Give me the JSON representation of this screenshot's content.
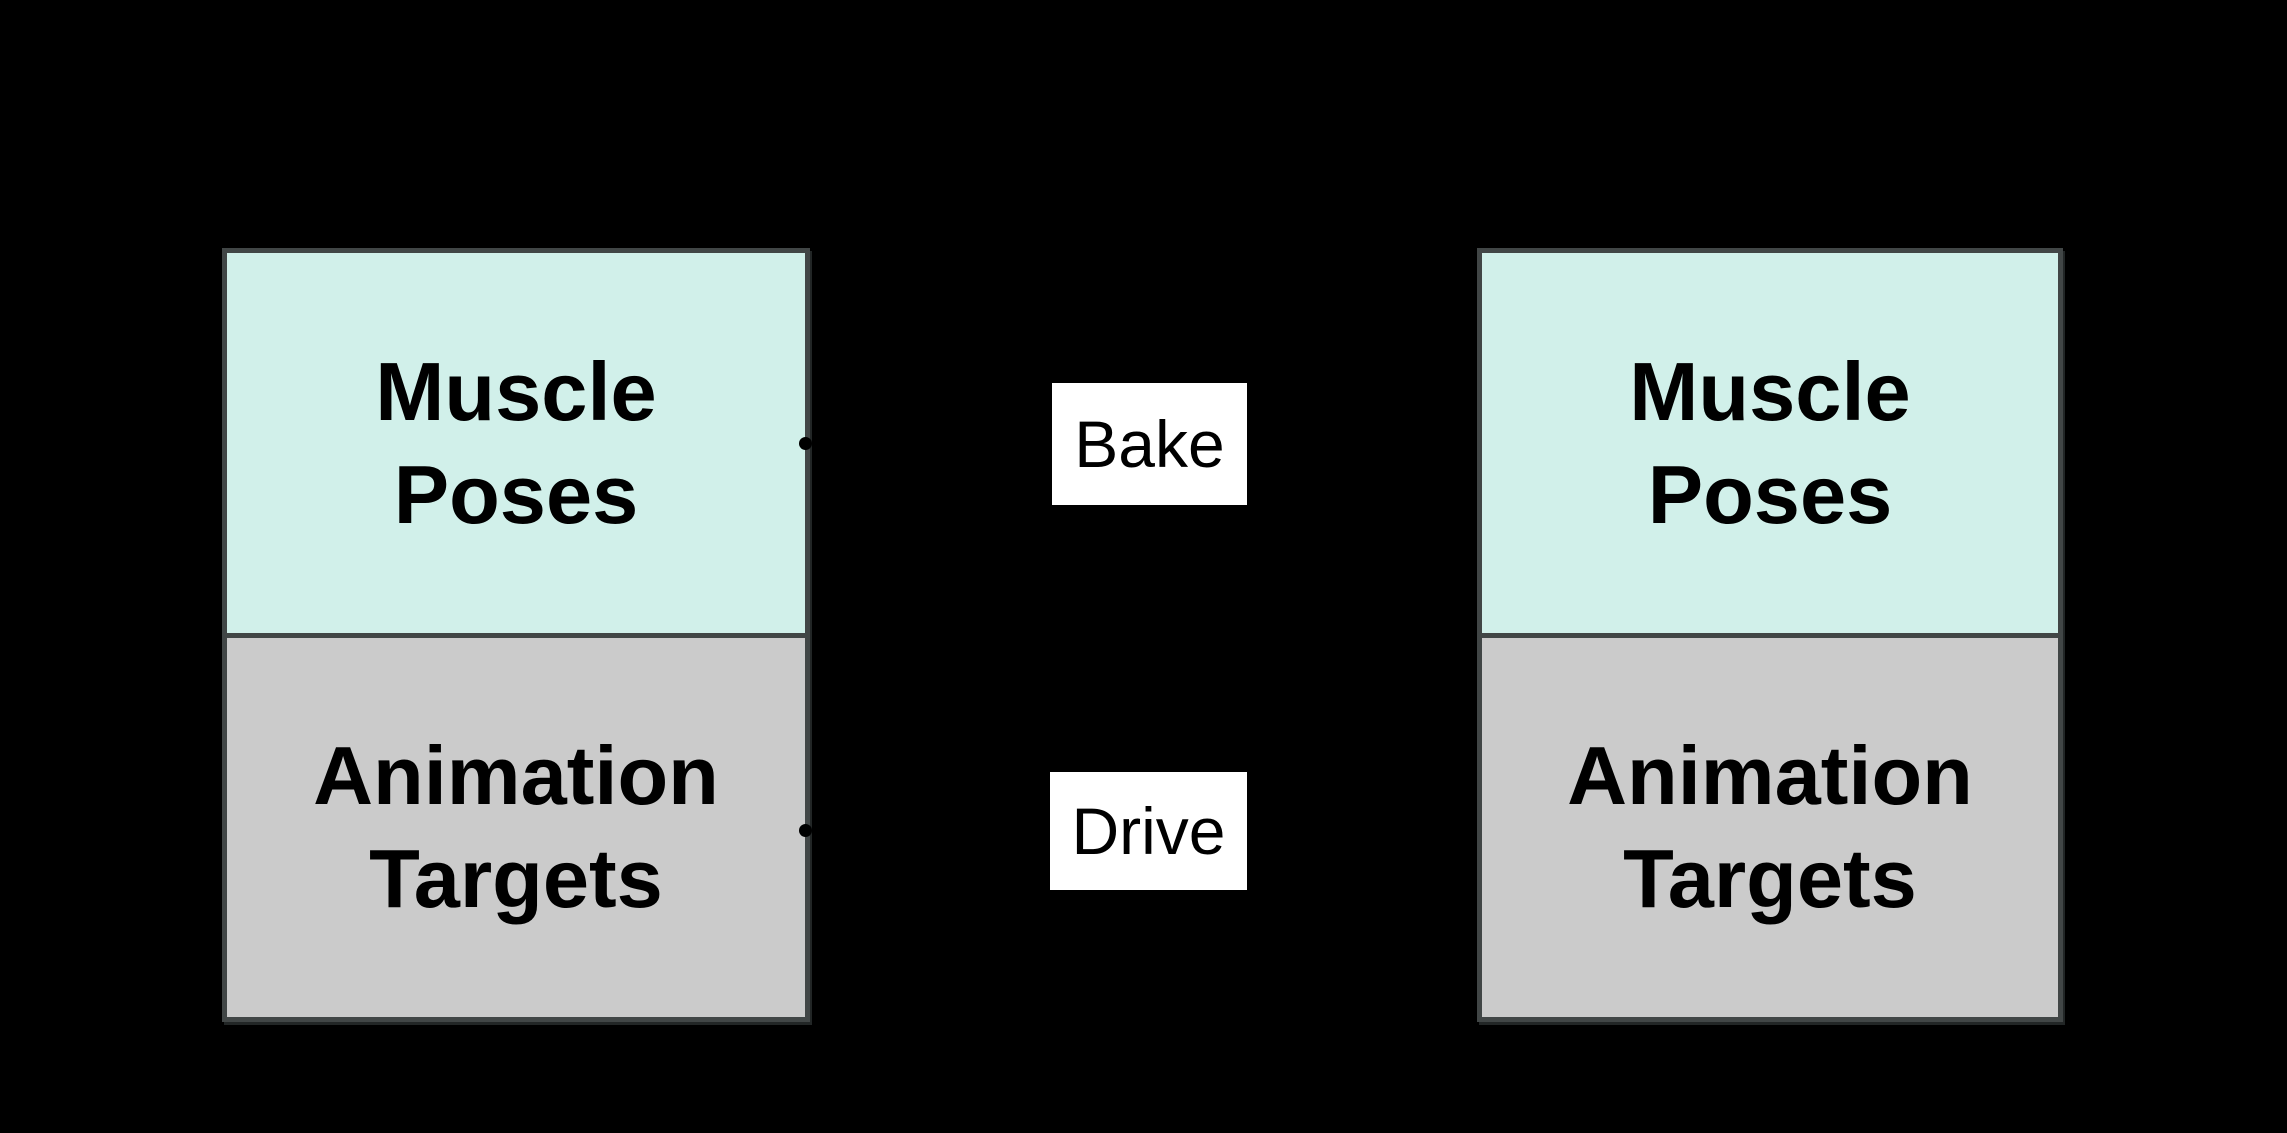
{
  "figure": {
    "background_color": "#000000",
    "source_stack": {
      "muscle_cell": {
        "lines": [
          "Muscle",
          "Poses"
        ],
        "fill_color": "#d1f0ea"
      },
      "animation_cell": {
        "lines": [
          "Animation",
          "Targets"
        ],
        "fill_color": "#cbcbcb"
      }
    },
    "target_stack": {
      "muscle_cell": {
        "lines": [
          "Muscle",
          "Poses"
        ],
        "fill_color": "#d1f0ea"
      },
      "animation_cell": {
        "lines": [
          "Animation",
          "Targets"
        ],
        "fill_color": "#cbcbcb"
      }
    },
    "connectors": {
      "bake": {
        "label": "Bake"
      },
      "drive": {
        "label": "Drive"
      }
    },
    "colors": {
      "box_border": "#414646",
      "connector_label_background": "#ffffff",
      "connector_dot": "#000000",
      "text": "#000000"
    }
  }
}
